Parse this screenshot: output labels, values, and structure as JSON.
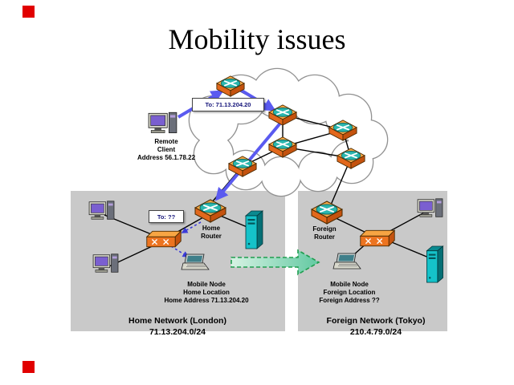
{
  "title": "Mobility issues",
  "colors": {
    "accent_red": "#e10000",
    "panel_gray": "#c9c9c9",
    "router_orange": "#ec7420",
    "device_teal": "#15c2c9",
    "packet_arrow_blue": "#5a5af0",
    "migration_arrow_green": "#1f9e4f"
  },
  "internet": {
    "packet_label": "To: 71.13.204.20"
  },
  "remote_client": {
    "line1": "Remote",
    "line2": "Client",
    "line3": "Address 56.1.78.22"
  },
  "home": {
    "packet_label": "To: ??",
    "router_line1": "Home",
    "router_line2": "Router",
    "node_line1": "Mobile Node",
    "node_line2": "Home Location",
    "node_line3": "Home Address 71.13.204.20",
    "caption_line1": "Home Network (London)",
    "caption_line2": "71.13.204.0/24"
  },
  "foreign": {
    "router_line1": "Foreign",
    "router_line2": "Router",
    "node_line1": "Mobile Node",
    "node_line2": "Foreign Location",
    "node_line3": "Foreign Address ??",
    "caption_line1": "Foreign Network (Tokyo)",
    "caption_line2": "210.4.79.0/24"
  }
}
